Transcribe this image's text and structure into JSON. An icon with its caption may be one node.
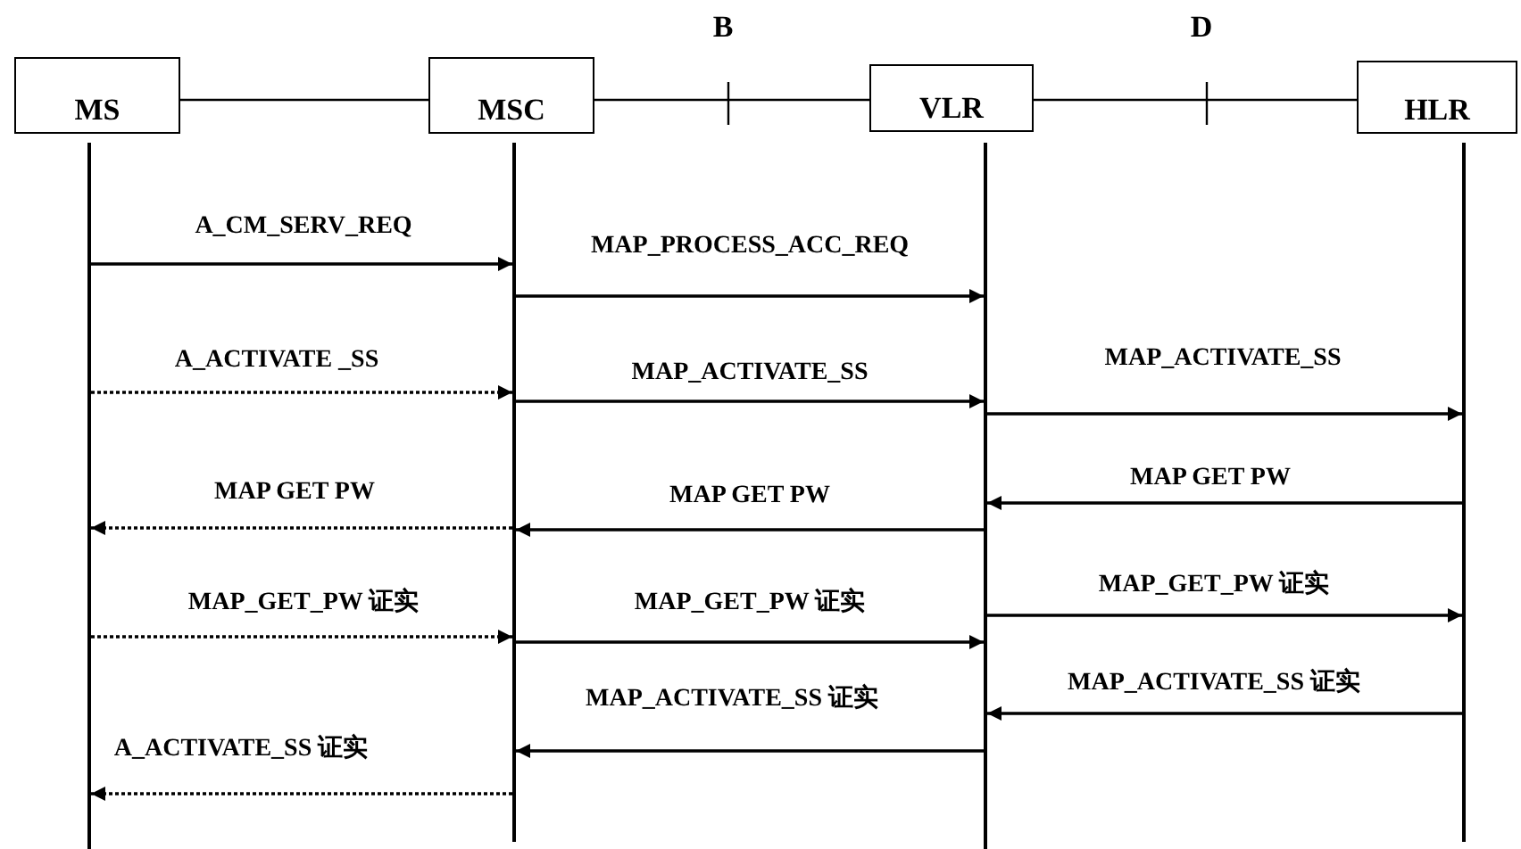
{
  "diagram": {
    "nodes": [
      {
        "text": [
          "MS"
        ]
      },
      {
        "text": [
          "MSC"
        ]
      },
      {
        "text": [
          "VLR"
        ]
      },
      {
        "text": [
          "HLR"
        ]
      },
      {
        "text": [],
        "shape": "bar"
      },
      {
        "text": [],
        "shape": "bar"
      },
      {
        "text": [],
        "shape": "bar"
      },
      {
        "text": [],
        "shape": "bar"
      }
    ],
    "edges": [
      {
        "from": 0,
        "to": 1,
        "arrow": "none"
      },
      {
        "from": 1,
        "to": 2,
        "arrow": "none",
        "label": "B"
      },
      {
        "from": 2,
        "to": 3,
        "arrow": "none",
        "label": "D"
      },
      {
        "from": 4,
        "to": 5,
        "arrow": "to",
        "label": "A_CM_SERV_REQ"
      },
      {
        "from": 5,
        "to": 6,
        "arrow": "to",
        "label": "MAP_PROCESS_ACC_REQ"
      },
      {
        "from": 4,
        "to": 5,
        "arrow": "to",
        "label": "A_ACTIVATE _SS",
        "style": "dashed"
      },
      {
        "from": 5,
        "to": 6,
        "arrow": "to",
        "label": "MAP_ACTIVATE_SS"
      },
      {
        "from": 6,
        "to": 7,
        "arrow": "to",
        "label": "MAP_ACTIVATE_SS"
      },
      {
        "from": 7,
        "to": 6,
        "arrow": "to",
        "label": "MAP GET PW"
      },
      {
        "from": 6,
        "to": 5,
        "arrow": "to",
        "label": "MAP GET PW"
      },
      {
        "from": 5,
        "to": 4,
        "arrow": "to",
        "label": "MAP GET PW",
        "style": "dashed"
      },
      {
        "from": 4,
        "to": 5,
        "arrow": "to",
        "label": "MAP_GET_PW 证实",
        "style": "dashed"
      },
      {
        "from": 5,
        "to": 6,
        "arrow": "to",
        "label": "MAP_GET_PW 证实"
      },
      {
        "from": 6,
        "to": 7,
        "arrow": "to",
        "label": "MAP_GET_PW 证实"
      },
      {
        "from": 7,
        "to": 6,
        "arrow": "to",
        "label": "MAP_ACTIVATE_SS 证实"
      },
      {
        "from": 6,
        "to": 5,
        "arrow": "to",
        "label": "MAP_ACTIVATE_SS 证实"
      },
      {
        "from": 5,
        "to": 4,
        "arrow": "to",
        "label": "A_ACTIVATE_SS 证实",
        "style": "dashed"
      }
    ]
  }
}
